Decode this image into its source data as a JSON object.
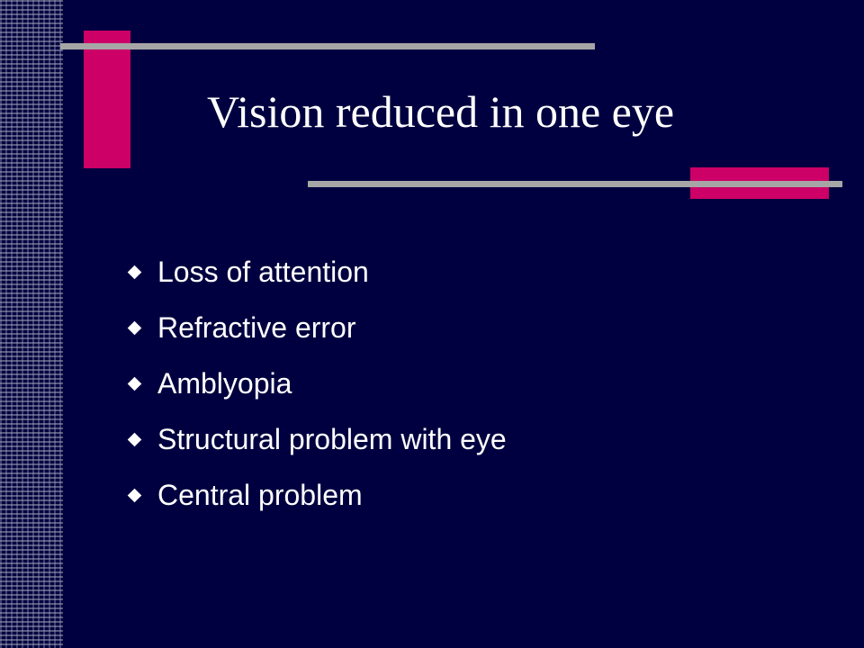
{
  "slide": {
    "title": "Vision reduced in one eye",
    "bullet_icon": "diamond-icon",
    "bullets": [
      "Loss of attention",
      "Refractive error",
      "Amblyopia",
      "Structural problem with eye",
      "Central problem"
    ]
  },
  "colors": {
    "background": "#000040",
    "accent_pink": "#cc0066",
    "accent_gray": "#a6a6a6",
    "text": "#ffffff"
  }
}
